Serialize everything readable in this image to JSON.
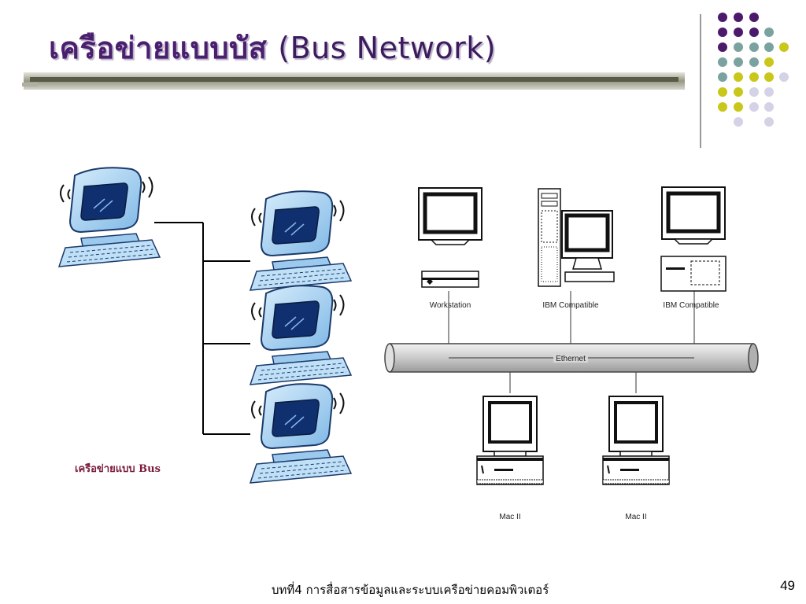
{
  "slide": {
    "title_thai": "เครือข่ายแบบบัส",
    "title_en": "(Bus Network)",
    "caption": "เครือข่ายแบบ Bus",
    "footer": "บทที่4 การสื่อสารข้อมูลและระบบเครือข่ายคอมพิวเตอร์",
    "page_number": "49"
  },
  "diagram": {
    "top_nodes": [
      {
        "label": "Workstation"
      },
      {
        "label": "IBM Compatible"
      },
      {
        "label": "IBM Compatible"
      }
    ],
    "bus_label": "Ethernet",
    "bottom_nodes": [
      {
        "label": "Mac II"
      },
      {
        "label": "Mac II"
      }
    ]
  },
  "colors": {
    "title": "#4a1f6e",
    "dot_purple": "#4b1a6b",
    "dot_teal": "#7aa39f",
    "dot_yellow": "#c9c71a",
    "dot_lavender": "#d4d2e6",
    "caption": "#7a1c3a"
  }
}
